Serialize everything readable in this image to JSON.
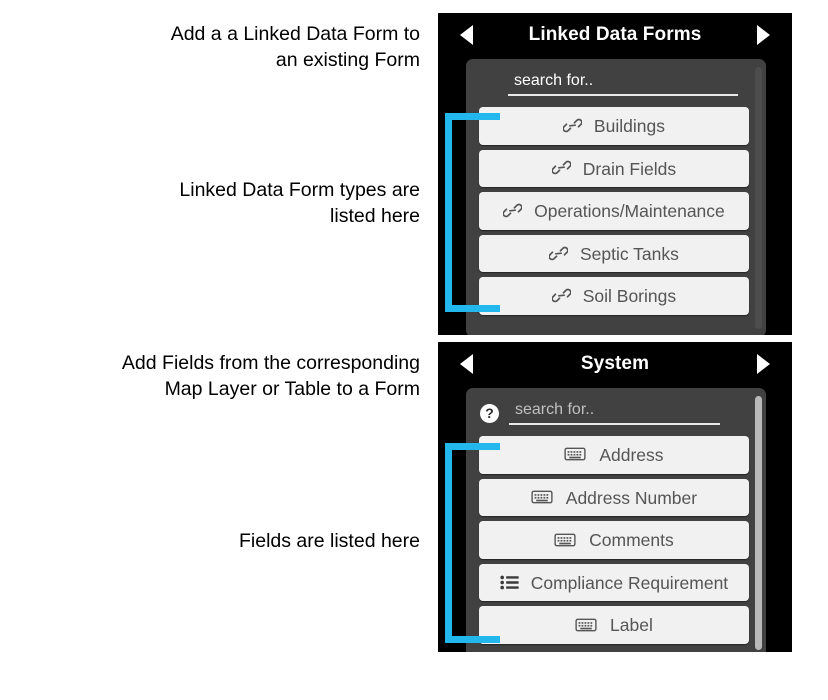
{
  "annotations": [
    {
      "id": "anno-1",
      "text": "Add a a Linked Data Form to\nan existing Form"
    },
    {
      "id": "anno-2",
      "text": "Linked Data Form types are\nlisted here"
    },
    {
      "id": "anno-3",
      "text": "Add Fields from the corresponding\nMap Layer or Table to a Form"
    },
    {
      "id": "anno-4",
      "text": "Fields are listed here"
    }
  ],
  "colors": {
    "accent_cyan": "#22b8ee",
    "panel_background": "#000000",
    "panel_body": "#414141",
    "item_background": "#f1f1f1",
    "item_text": "#555555",
    "scrollbar_thumb": "#b9b9b9"
  },
  "panels": {
    "linked_data_forms": {
      "title": "Linked Data Forms",
      "prev_arrow": "triangle-left-icon",
      "next_arrow": "triangle-right-icon",
      "search": {
        "value": "search for..",
        "placeholder": "search for..",
        "has_help_icon": false
      },
      "items": [
        {
          "label": "Buildings",
          "icon": "link-icon"
        },
        {
          "label": "Drain Fields",
          "icon": "link-icon"
        },
        {
          "label": "Operations/Maintenance",
          "icon": "link-icon"
        },
        {
          "label": "Septic Tanks",
          "icon": "link-icon"
        },
        {
          "label": "Soil Borings",
          "icon": "link-icon"
        }
      ]
    },
    "system": {
      "title": "System",
      "prev_arrow": "triangle-left-icon",
      "next_arrow": "triangle-right-icon",
      "search": {
        "value": "search for..",
        "placeholder": "search for..",
        "has_help_icon": true,
        "help_label": "?"
      },
      "items": [
        {
          "label": "Address",
          "icon": "keyboard-icon"
        },
        {
          "label": "Address Number",
          "icon": "keyboard-icon"
        },
        {
          "label": "Comments",
          "icon": "keyboard-icon"
        },
        {
          "label": "Compliance Requirement",
          "icon": "list-icon"
        },
        {
          "label": "Label",
          "icon": "keyboard-icon"
        }
      ]
    }
  }
}
